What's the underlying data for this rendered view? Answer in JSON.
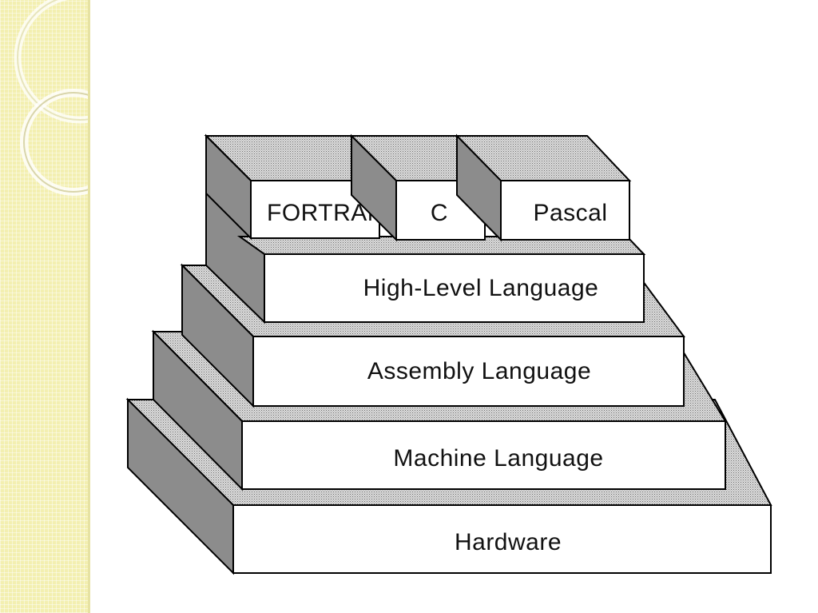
{
  "diagram": {
    "layers": {
      "hardware": "Hardware",
      "machine": "Machine Language",
      "assembly": "Assembly Language",
      "high_level": "High-Level Language"
    },
    "languages": {
      "fortran": "FORTRAN",
      "c": "C",
      "pascal": "Pascal"
    }
  },
  "colors": {
    "side_band": "#f3efb0",
    "side_panel": "#8c8c8c",
    "front_face": "#ffffff",
    "outline": "#000000"
  }
}
